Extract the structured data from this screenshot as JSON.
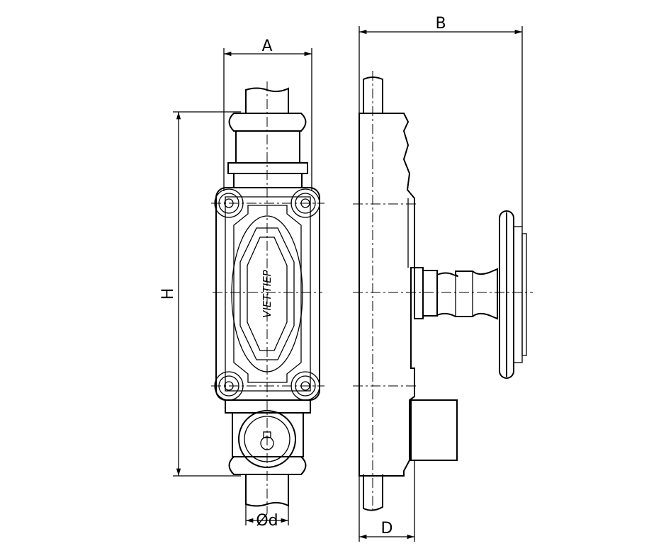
{
  "drawing": {
    "brand_text": "VIET-TIEP",
    "dimensions": {
      "width_label": "A",
      "depth_label": "B",
      "height_label": "H",
      "pipe_diameter_label": "Ød",
      "plate_depth_label": "D"
    }
  }
}
